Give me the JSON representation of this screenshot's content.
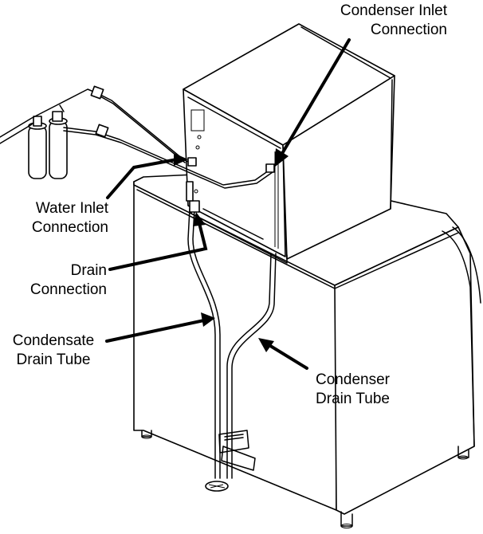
{
  "labels": {
    "condenser_inlet": [
      "Condenser Inlet",
      "Connection"
    ],
    "water_inlet": [
      "Water Inlet",
      "Connection"
    ],
    "drain": [
      "Drain",
      "Connection"
    ],
    "condensate_drain": [
      "Condensate",
      "Drain Tube"
    ],
    "condenser_drain": [
      "Condenser",
      "Drain Tube"
    ]
  }
}
